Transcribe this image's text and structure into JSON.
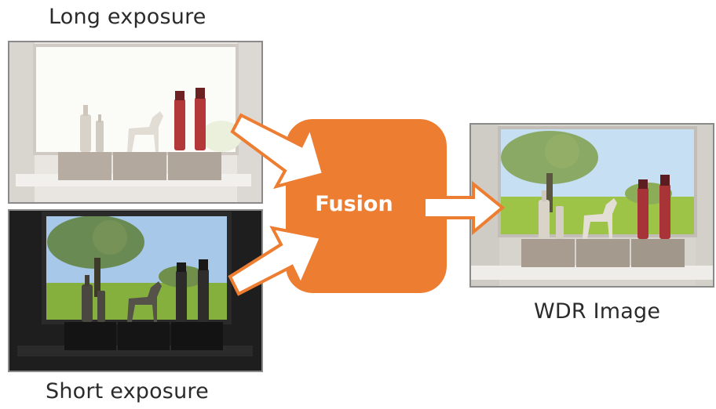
{
  "labels": {
    "long_exposure": "Long exposure",
    "short_exposure": "Short exposure",
    "fusion": "Fusion",
    "wdr_image": "WDR Image"
  },
  "colors": {
    "accent": "#ED7D31",
    "arrow_fill": "#ffffff",
    "photo_border": "#8a8a8a",
    "text": "#2b2b2b"
  }
}
